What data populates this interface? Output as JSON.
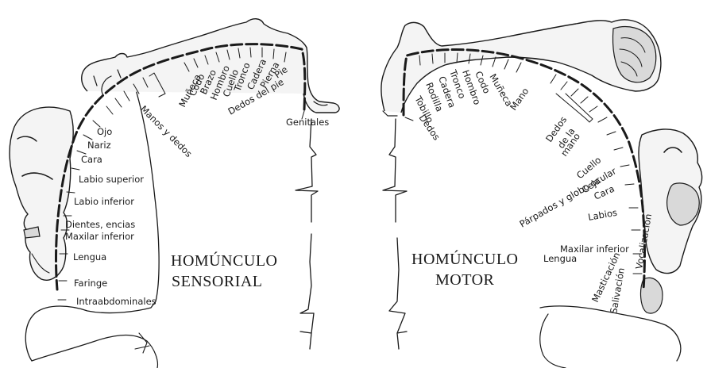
{
  "sensory": {
    "title_line1": "HOMÚNCULO",
    "title_line2": "SENSORIAL",
    "labels": {
      "genitales": "Genitales",
      "dedos_pie": "Dedos del pie",
      "pie": "Pie",
      "pierna": "Pierna",
      "cadera": "Cadera",
      "tronco": "Tronco",
      "cuello": "Cuello",
      "hombro": "Hombro",
      "brazo": "Brazo",
      "codo": "Codo",
      "muneca": "Muñeca",
      "manos_dedos": "Manos y dedos",
      "ojo": "Ojo",
      "nariz": "Nariz",
      "cara": "Cara",
      "labio_superior": "Labio superior",
      "labio_inferior": "Labio inferior",
      "dientes": "Dientes, encias",
      "maxilar_inferior": "Maxilar inferior",
      "lengua": "Lengua",
      "faringe": "Faringe",
      "intraabdominales": "Intraabdominales"
    }
  },
  "motor": {
    "title_line1": "HOMÚNCULO",
    "title_line2": "MOTOR",
    "labels": {
      "dedos": "Dedos",
      "tobillo": "Tobillo",
      "rodilla": "Rodilla",
      "cadera": "Cadera",
      "tronco": "Tronco",
      "hombro": "Hombro",
      "codo": "Codo",
      "muneca": "Muñeca",
      "mano": "Mano",
      "dedos_mano_1": "Dedos",
      "dedos_mano_2": "de la",
      "dedos_mano_3": "mano",
      "cuello": "Cuello",
      "ceja": "Ceja",
      "parpados": "Párpados y globo ocular",
      "cara": "Cara",
      "labios": "Labios",
      "maxilar_inferior": "Maxilar inferior",
      "lengua": "Lengua",
      "vocalizacion": "Vocalización",
      "masticacion": "Masticación",
      "salivacion": "Salivación"
    }
  }
}
